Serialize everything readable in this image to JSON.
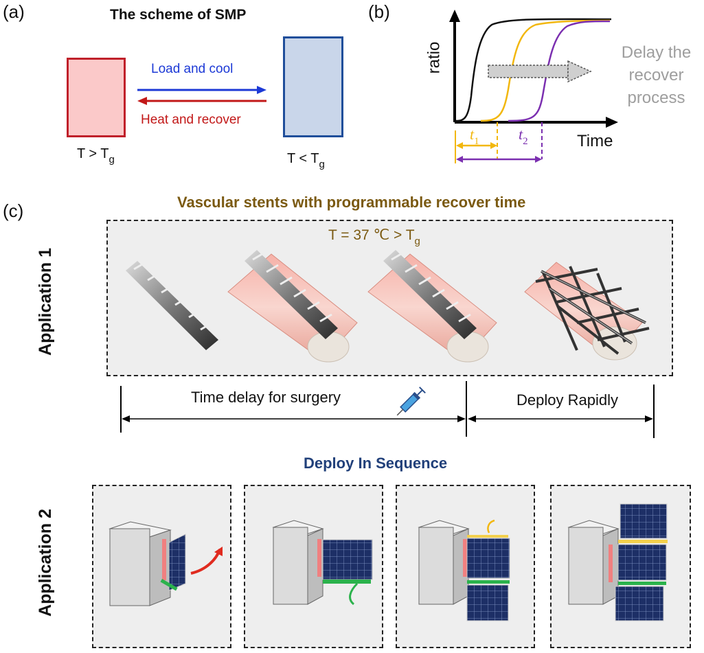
{
  "panel_a": {
    "letter": "(a)",
    "title": "The scheme of SMP",
    "arrow_top_label": "Load and cool",
    "arrow_bottom_label": "Heat and recover",
    "left_state": "T > T",
    "left_state_sub": "g",
    "right_state": "T < T",
    "right_state_sub": "g",
    "colors": {
      "hot_fill": "#fbc9c9",
      "hot_border": "#c0202a",
      "cold_fill": "#c9d6ea",
      "cold_border": "#1f4e9a",
      "load_arrow": "#1c39d6",
      "heat_arrow": "#c21818"
    }
  },
  "panel_b": {
    "letter": "(b)",
    "y_label": "ratio",
    "x_label": "Time",
    "note_line1": "Delay the",
    "note_line2": "recover",
    "note_line3": "process",
    "t1_label": "t",
    "t1_sub": "1",
    "t2_label": "t",
    "t2_sub": "2",
    "colors": {
      "curve1": "#111111",
      "curve2": "#f2b70e",
      "curve3": "#7b2fb0",
      "note": "#9e9e9e"
    }
  },
  "panel_c": {
    "letter": "(c)",
    "app1_title": "Vascular stents with programmable recover time",
    "app1_side_label": "Application 1",
    "temperature_label": "T = 37 ℃ > T",
    "temperature_sub": "g",
    "delay_label": "Time delay for surgery",
    "deploy_label": "Deploy Rapidly",
    "syringe_icon": "syringe-icon",
    "app2_title": "Deploy In Sequence",
    "app2_side_label": "Application 2",
    "colors": {
      "app1_title": "#7b5a12",
      "app2_title": "#21407a",
      "temp_text": "#7b5a12"
    }
  }
}
